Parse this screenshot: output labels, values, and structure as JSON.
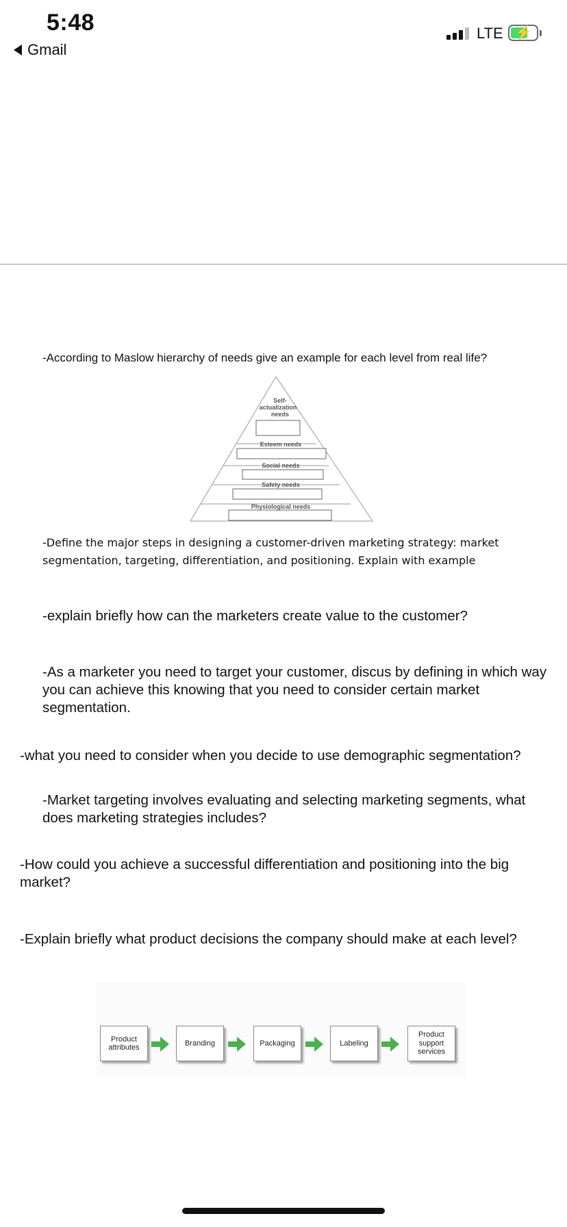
{
  "status_bar": {
    "time": "5:48",
    "back_label": "Gmail",
    "network": "LTE",
    "battery_color": "#4cd964"
  },
  "questions": {
    "q1": "-According to Maslow hierarchy of needs give an example for each level from real life?",
    "q2": "-Define the major steps in designing a customer-driven marketing strategy: market segmentation, targeting, differentiation, and positioning. Explain with example",
    "q3": "-explain briefly how can the marketers create value to the customer?",
    "q4": "-As a marketer you need to target your customer, discus by defining in which way you can achieve this knowing that you need to consider certain market segmentation.",
    "q5": "-what you need to consider when you decide to use demographic segmentation?",
    "q6": "-Market targeting involves evaluating and selecting marketing segments, what does marketing strategies includes?",
    "q7": "-How could you achieve a successful differentiation and positioning into the big market?",
    "q8": "-Explain briefly what product decisions the company should make at each level?"
  },
  "pyramid": {
    "levels": [
      "Self-",
      "actualization",
      "needs",
      "Esteem needs",
      "Social needs",
      "Safety needs",
      "Physiological needs"
    ]
  },
  "product_flow": {
    "steps": [
      "Product attributes",
      "Branding",
      "Packaging",
      "Labeling",
      "Product support services"
    ],
    "arrow_color": "#4caf50"
  }
}
